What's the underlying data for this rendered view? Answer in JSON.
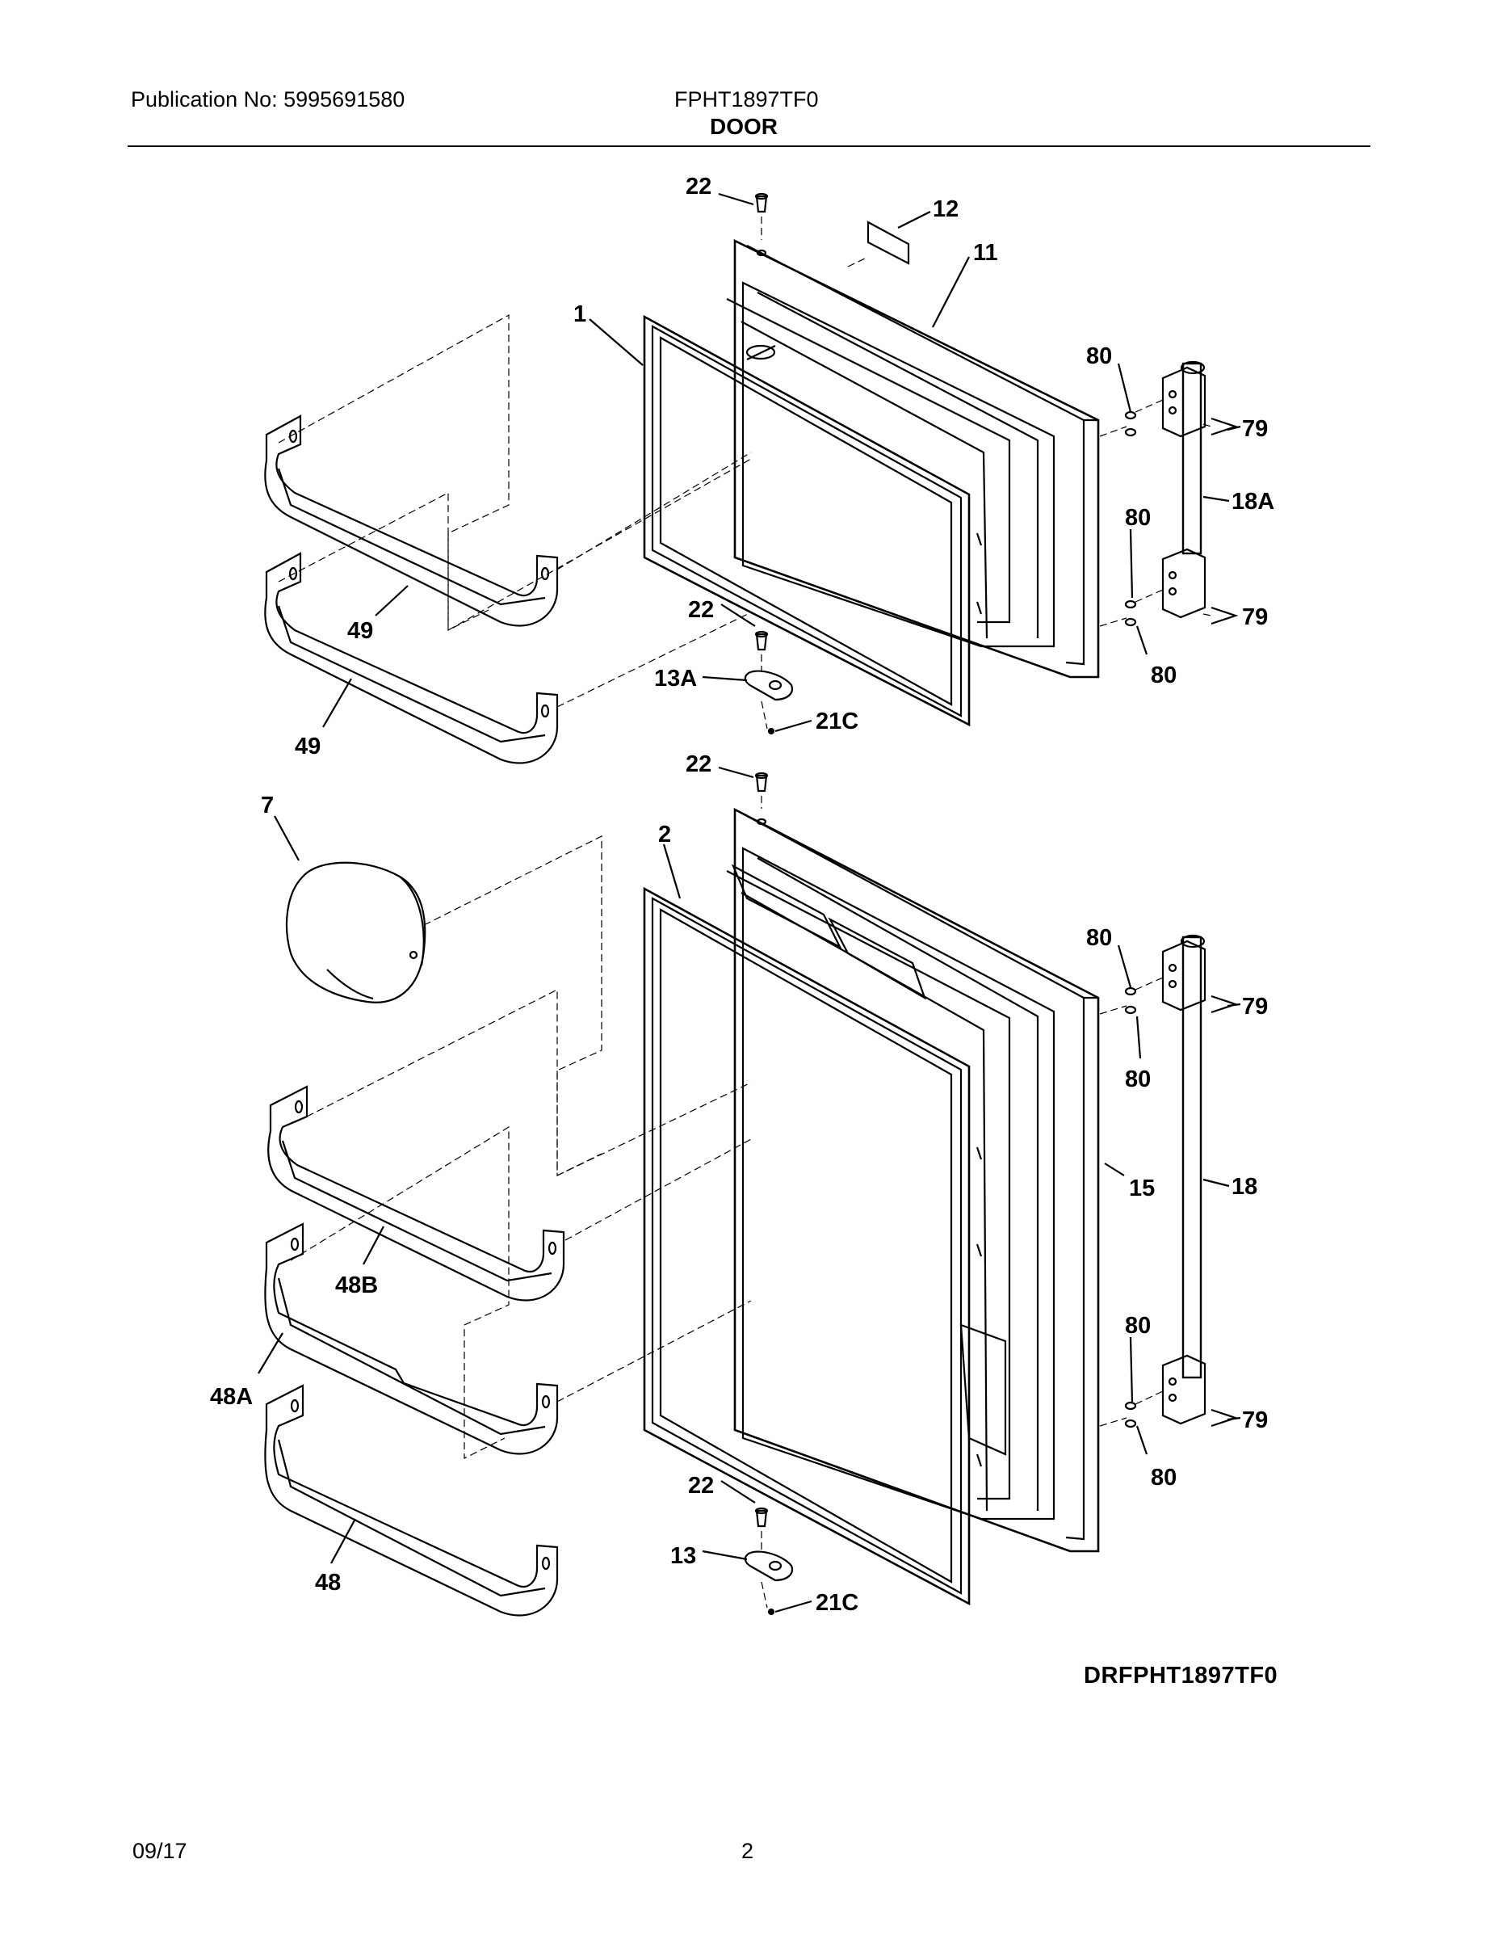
{
  "header": {
    "publication": "Publication No: 5995691580",
    "model": "FPHT1897TF0",
    "section": "DOOR"
  },
  "callouts": [
    {
      "id": "c22a",
      "text": "22"
    },
    {
      "id": "c12",
      "text": "12"
    },
    {
      "id": "c11",
      "text": "11"
    },
    {
      "id": "c1",
      "text": "1"
    },
    {
      "id": "c80a",
      "text": "80"
    },
    {
      "id": "c79a",
      "text": "79"
    },
    {
      "id": "c18A",
      "text": "18A"
    },
    {
      "id": "c80b",
      "text": "80"
    },
    {
      "id": "c79b",
      "text": "79"
    },
    {
      "id": "c80c",
      "text": "80"
    },
    {
      "id": "c49a",
      "text": "49"
    },
    {
      "id": "c22b",
      "text": "22"
    },
    {
      "id": "c13A",
      "text": "13A"
    },
    {
      "id": "c21Ca",
      "text": "21C"
    },
    {
      "id": "c49b",
      "text": "49"
    },
    {
      "id": "c22c",
      "text": "22"
    },
    {
      "id": "c7",
      "text": "7"
    },
    {
      "id": "c2",
      "text": "2"
    },
    {
      "id": "c80d",
      "text": "80"
    },
    {
      "id": "c79c",
      "text": "79"
    },
    {
      "id": "c80e",
      "text": "80"
    },
    {
      "id": "c15",
      "text": "15"
    },
    {
      "id": "c18",
      "text": "18"
    },
    {
      "id": "c48B",
      "text": "48B"
    },
    {
      "id": "c80f",
      "text": "80"
    },
    {
      "id": "c48A",
      "text": "48A"
    },
    {
      "id": "c79d",
      "text": "79"
    },
    {
      "id": "c80g",
      "text": "80"
    },
    {
      "id": "c22d",
      "text": "22"
    },
    {
      "id": "c13",
      "text": "13"
    },
    {
      "id": "c21Cb",
      "text": "21C"
    },
    {
      "id": "c48",
      "text": "48"
    }
  ],
  "footer": {
    "drawing_id": "DRFPHT1897TF0",
    "date": "09/17",
    "page": "2"
  }
}
